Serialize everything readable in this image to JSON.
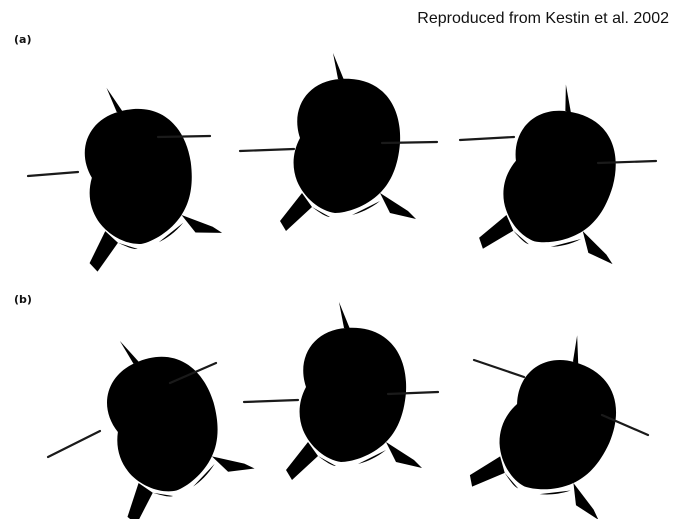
{
  "credit": "Reproduced from Kestin et al. 2002",
  "panels": [
    {
      "label": "(a)"
    },
    {
      "label": "(b)"
    }
  ],
  "style": {
    "background": "#ffffff",
    "line_color": "#1a1a1a"
  }
}
